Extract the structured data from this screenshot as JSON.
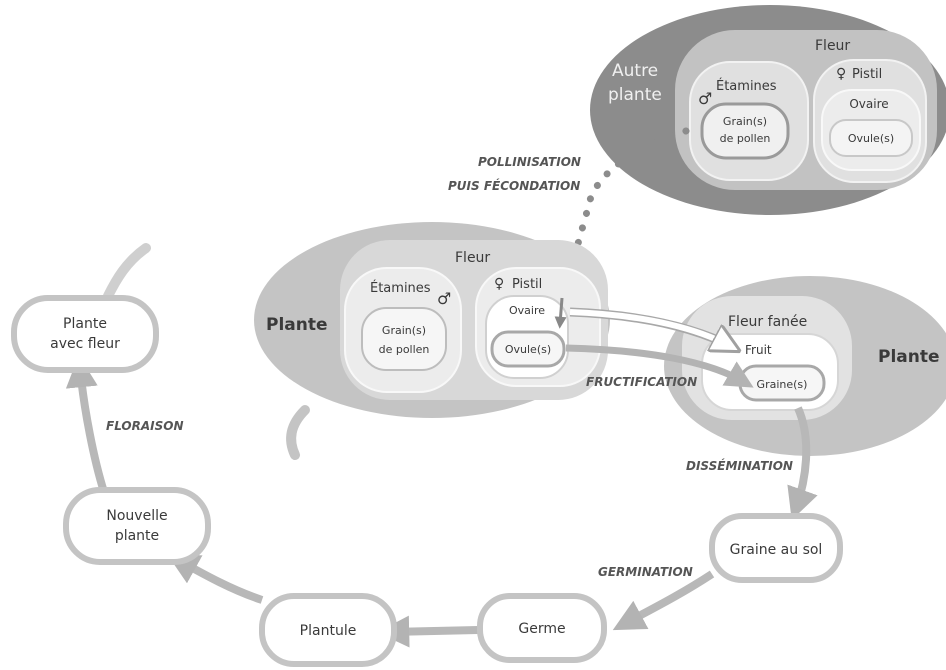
{
  "other_plant": {
    "label_line1": "Autre",
    "label_line2": "plante",
    "flower": "Fleur",
    "stamens": "Étamines",
    "male_symbol": "♂",
    "pollen_line1": "Grain(s)",
    "pollen_line2": "de pollen",
    "pistil": "Pistil",
    "female_symbol": "♀",
    "ovary": "Ovaire",
    "ovule": "Ovule(s)"
  },
  "plant": {
    "label": "Plante",
    "flower": "Fleur",
    "stamens": "Étamines",
    "male_symbol": "♂",
    "pollen_line1": "Grain(s)",
    "pollen_line2": "de pollen",
    "pistil": "Pistil",
    "female_symbol": "♀",
    "ovary": "Ovaire",
    "ovule": "Ovule(s)"
  },
  "faded_plant": {
    "label": "Plante",
    "faded_flower": "Fleur fanée",
    "fruit": "Fruit",
    "seed": "Graine(s)"
  },
  "cycle": {
    "seed_on_ground": "Graine au sol",
    "germ": "Germe",
    "seedling": "Plantule",
    "new_plant_line1": "Nouvelle",
    "new_plant_line2": "plante",
    "flowering_plant_line1": "Plante",
    "flowering_plant_line2": "avec fleur"
  },
  "processes": {
    "pollination": "POLLINISATION",
    "fertilization": "PUIS FÉCONDATION",
    "fructification": "FRUCTIFICATION",
    "dissemination": "DISSÉMINATION",
    "germination": "GERMINATION",
    "flowering": "FLORAISON"
  },
  "colors": {
    "dark_blob": "#8c8c8c",
    "mid_blob": "#c4c4c4",
    "light_blob": "#d9d9d9",
    "box_fill": "#f2f2f2",
    "stroke": "#b8b8b8",
    "text": "#3a3a3a"
  }
}
